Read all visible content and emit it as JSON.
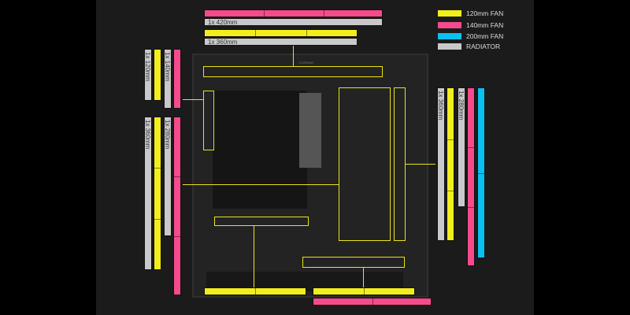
{
  "legend": [
    {
      "label": "120mm FAN",
      "color": "#f2ee1c"
    },
    {
      "label": "140mm FAN",
      "color": "#f54b8c"
    },
    {
      "label": "200mm FAN",
      "color": "#08c0f2"
    },
    {
      "label": "RADIATOR",
      "color": "#c9c9cb"
    }
  ],
  "top": {
    "radiator_large": "1x 420mm",
    "radiator_small": "1x 360mm"
  },
  "rear": {
    "radiator_120": "1x 120mm",
    "radiator_140": "1x 140mm"
  },
  "side": {
    "radiator_360": "1x 360mm",
    "radiator_280": "1x 280mm"
  },
  "front": {
    "radiator_360": "1x 360mm",
    "radiator_280": "1x 280mm"
  },
  "case": {
    "brand": "CORSAIR"
  }
}
